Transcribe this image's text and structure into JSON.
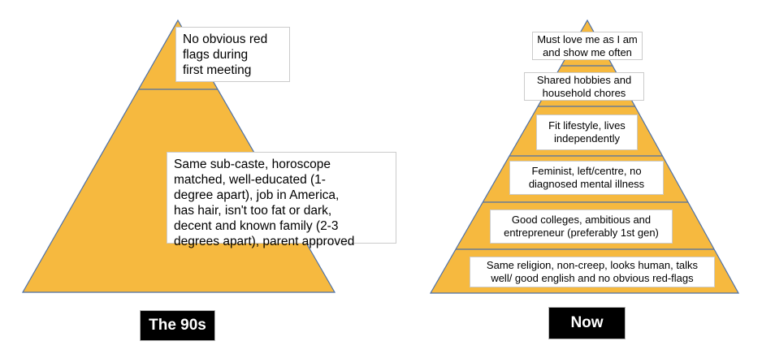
{
  "title": "Partner criteria pyramids: The 90s vs Now",
  "colors": {
    "background": "#ffffff",
    "pyramid_fill": "#F6B93F",
    "pyramid_stroke": "#4C70A8",
    "box_bg": "#ffffff",
    "box_border": "#cbcbcb",
    "label_bg": "#000000",
    "label_text": "#ffffff",
    "text": "#000000"
  },
  "left_pyramid": {
    "label": "The 90s",
    "tier_count": 2,
    "boxes": [
      {
        "position": "top",
        "lines": [
          "No obvious red",
          "flags during",
          "first meeting"
        ]
      },
      {
        "position": "bottom",
        "lines": [
          "Same sub-caste, horoscope",
          "matched, well-educated (1-",
          "degree apart), job in America,",
          "has hair, isn't too fat or dark,",
          "decent and known family (2-3",
          "degrees apart), parent approved"
        ]
      }
    ]
  },
  "right_pyramid": {
    "label": "Now",
    "tier_count": 6,
    "levels": [
      {
        "lines": [
          "Must love me as I am",
          "and show me often"
        ]
      },
      {
        "lines": [
          "Shared hobbies and",
          "household chores"
        ]
      },
      {
        "lines": [
          "Fit lifestyle, lives",
          "independently"
        ]
      },
      {
        "lines": [
          "Feminist, left/centre, no",
          "diagnosed mental illness"
        ]
      },
      {
        "lines": [
          "Good colleges, ambitious and",
          "entrepreneur (preferably 1st gen)"
        ]
      },
      {
        "lines": [
          "Same religion, non-creep, looks human, talks",
          "well/ good english and no obvious red-flags"
        ]
      }
    ]
  }
}
